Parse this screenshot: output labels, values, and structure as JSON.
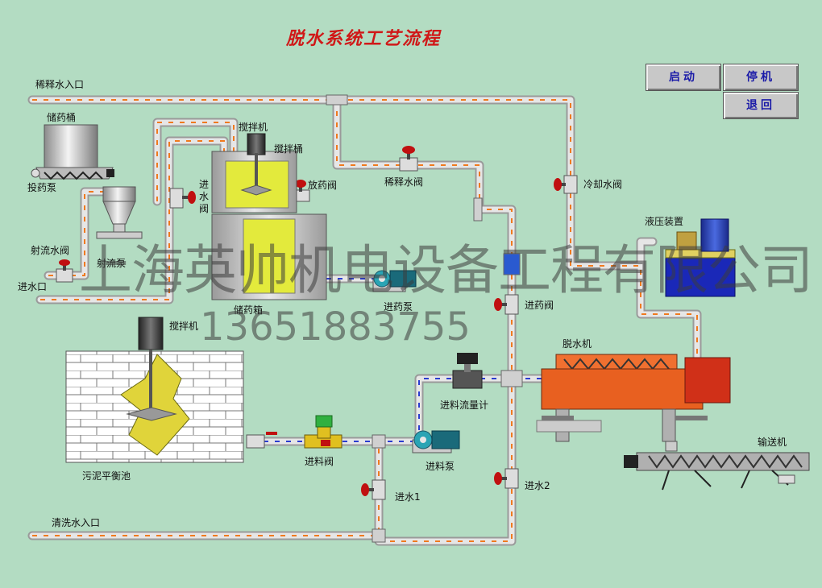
{
  "title": "脱水系统工艺流程",
  "buttons": {
    "start": "启动",
    "stop": "停机",
    "back": "退回"
  },
  "labels": {
    "dilution_inlet": "稀释水入口",
    "chemical_drum": "储药桶",
    "dosing_pump": "投药泵",
    "mixer_top": "搅拌机",
    "mixing_tank": "搅拌桶",
    "water_inlet_valve": "进水阀",
    "drain_valve": "放药阀",
    "dilution_valve": "稀释水阀",
    "cooling_valve": "冷却水阀",
    "jet_valve": "射流水阀",
    "jet_pump": "射流泵",
    "water_inlet": "进水口",
    "storage_tank": "储药箱",
    "chem_feed_pump": "进药泵",
    "chem_feed_valve": "进药阀",
    "hydraulic_unit": "液压装置",
    "mixer_bottom": "搅拌机",
    "dewatering_machine": "脱水机",
    "flow_meter": "进料流量计",
    "sludge_tank": "污泥平衡池",
    "feed_valve": "进料阀",
    "feed_pump": "进料泵",
    "conveyor": "输送机",
    "water_in_1": "进水1",
    "water_in_2": "进水2",
    "wash_inlet": "清洗水入口"
  },
  "watermark": {
    "company": "上海英帅机电设备工程有限公司",
    "phone": "13651883755"
  },
  "colors": {
    "background": "#b3dcc2",
    "pipe": "#d8d8d8",
    "flow_orange": "#f07a1e",
    "flow_blue": "#2a3cd0",
    "title": "#d01818",
    "button_text": "#1a1aa8"
  }
}
